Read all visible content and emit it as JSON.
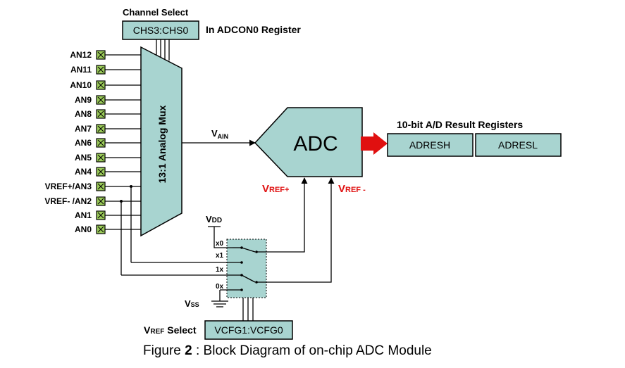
{
  "channel_select": {
    "title": "Channel Select",
    "register_box": "CHS3:CHS0",
    "register_note": "In ADCON0 Register"
  },
  "mux": {
    "label": "13:1 Analog Mux"
  },
  "pins": [
    "AN12",
    "AN11",
    "AN10",
    "AN9",
    "AN8",
    "AN7",
    "AN6",
    "AN5",
    "AN4",
    "VREF+/AN3",
    "VREF- /AN2",
    "AN1",
    "AN0"
  ],
  "vain": {
    "main": "V",
    "sub": "AIN"
  },
  "adc": {
    "label": "ADC"
  },
  "vref_plus": {
    "main": "V",
    "sub": "REF+"
  },
  "vref_minus": {
    "main": "V",
    "sub": "REF -"
  },
  "result": {
    "title": "10-bit A/D Result Registers",
    "high": "ADRESH",
    "low": "ADRESL"
  },
  "vdd": {
    "main": "V",
    "sub": "DD"
  },
  "vss": {
    "main": "V",
    "sub": "SS"
  },
  "switch_labels": [
    "x0",
    "x1",
    "1x",
    "0x"
  ],
  "vref_select": {
    "main": "V",
    "sub": "REF",
    "rest": " Select",
    "register_box": "VCFG1:VCFG0"
  },
  "caption": {
    "prefix": "Figure ",
    "number": "2",
    "text": " : Block Diagram of on-chip ADC Module"
  },
  "colors": {
    "block_fill": "#a8d4d0",
    "pin_fill": "#9ccc5a",
    "arrow_red": "#e01010"
  }
}
